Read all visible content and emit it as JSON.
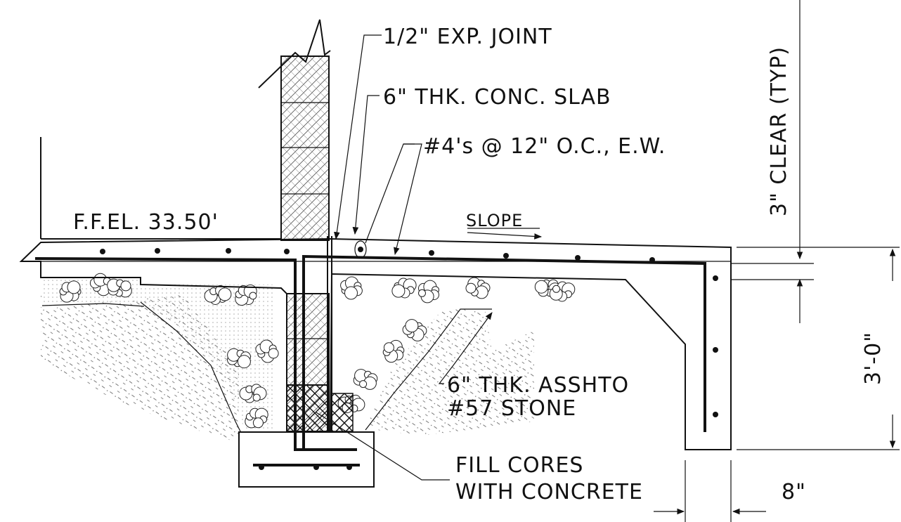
{
  "labels": {
    "exp_joint": "1/2\" EXP. JOINT",
    "slab": "6\" THK. CONC. SLAB",
    "rebar": "#4's @ 12\" O.C., E.W.",
    "clear": "3\" CLEAR (TYP)",
    "ffel": "F.F.EL. 33.50'",
    "slope": "SLOPE",
    "stone_line1": "6\" THK. ASSHTO",
    "stone_line2": "#57 STONE",
    "cores_line1": "FILL CORES",
    "cores_line2": "WITH CONCRETE",
    "depth": "3'-0\"",
    "width": "8\""
  }
}
